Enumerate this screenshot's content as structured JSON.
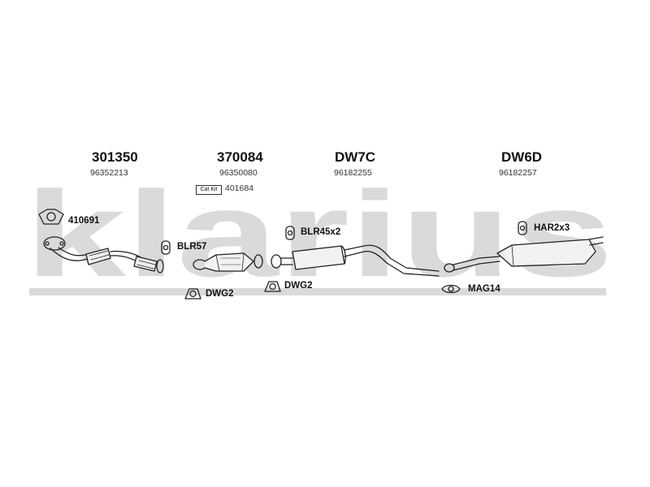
{
  "watermark": {
    "text": "klarius",
    "color": "#dadada"
  },
  "parts": [
    {
      "part_no": "301350",
      "ref_no": "96352213"
    },
    {
      "part_no": "370084",
      "ref_no": "96350080"
    },
    {
      "part_no": "DW7C",
      "ref_no": "96182255"
    },
    {
      "part_no": "DW6D",
      "ref_no": "96182257"
    }
  ],
  "cat_kit": {
    "badge": "Cat Kit",
    "number": "401684"
  },
  "accessories": [
    {
      "label": "410691",
      "icon": "gasket-icon"
    },
    {
      "label": "BLR57",
      "icon": "rubber-hanger-icon"
    },
    {
      "label": "BLR45x2",
      "icon": "rubber-hanger-icon"
    },
    {
      "label": "DWG2",
      "icon": "gasket-icon"
    },
    {
      "label": "DWG2",
      "icon": "gasket-icon"
    },
    {
      "label": "HAR2x3",
      "icon": "rubber-hanger-icon"
    },
    {
      "label": "MAG14",
      "icon": "clamp-icon"
    }
  ]
}
